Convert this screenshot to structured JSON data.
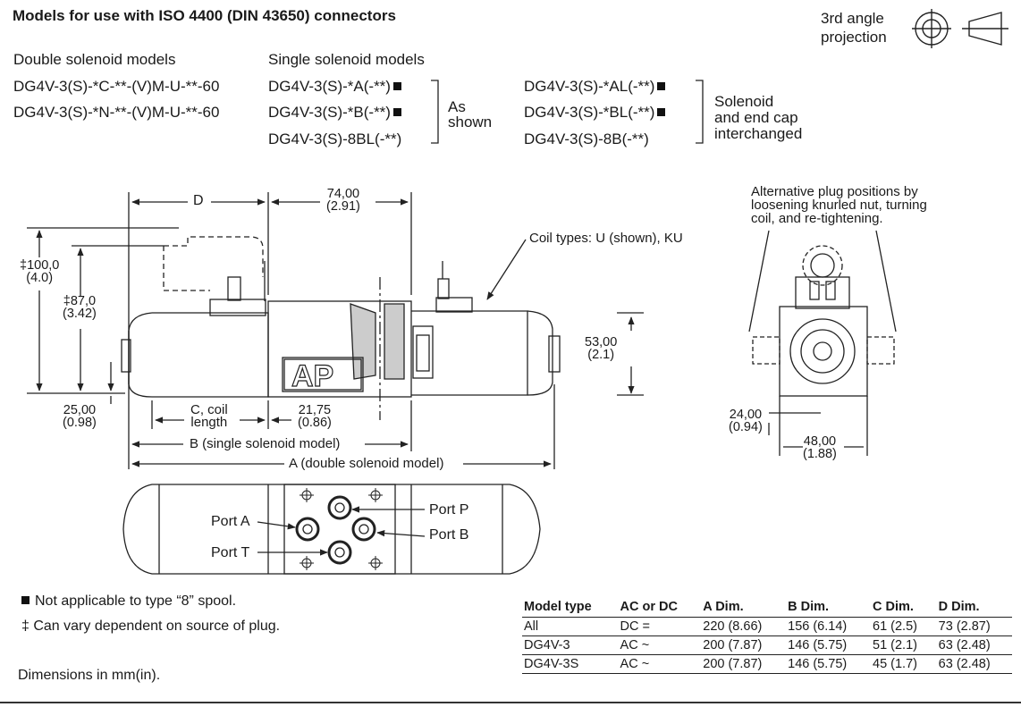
{
  "header": {
    "title": "Models for use with ISO 4400 (DIN 43650) connectors",
    "projection_label_1": "3rd angle",
    "projection_label_2": "projection"
  },
  "models": {
    "double_heading": "Double solenoid models",
    "double": [
      "DG4V-3(S)-*C-**-(V)M-U-**-60",
      "DG4V-3(S)-*N-**-(V)M-U-**-60"
    ],
    "single_heading": "Single solenoid models",
    "single_as_shown": [
      "DG4V-3(S)-*A(-**)",
      "DG4V-3(S)-*B(-**)",
      "DG4V-3(S)-8BL(-**)"
    ],
    "as_shown_1": "As",
    "as_shown_2": "shown",
    "single_interchanged": [
      "DG4V-3(S)-*AL(-**)",
      "DG4V-3(S)-*BL(-**)",
      "DG4V-3(S)-8B(-**)"
    ],
    "interchanged_1": "Solenoid",
    "interchanged_2": "and end cap",
    "interchanged_3": "interchanged"
  },
  "drawing": {
    "dim_D": "D",
    "dim_74": "74,00",
    "dim_74_in": "(2.91)",
    "dim_100": "‡100,0",
    "dim_100_in": "(4.0)",
    "dim_87": "‡87,0",
    "dim_87_in": "(3.42)",
    "dim_25": "25,00",
    "dim_25_in": "(0.98)",
    "dim_C1": "C, coil",
    "dim_C2": "length",
    "dim_2175": "21,75",
    "dim_2175_in": "(0.86)",
    "dim_B": "B (single solenoid model)",
    "dim_A": "A (double solenoid model)",
    "dim_53": "53,00",
    "dim_53_in": "(2.1)",
    "coil_types": "Coil types: U (shown), KU",
    "alt_plug_1": "Alternative plug positions by",
    "alt_plug_2": "loosening knurled nut, turning",
    "alt_plug_3": "coil, and re-tightening.",
    "dim_24": "24,00",
    "dim_24_in": "(0.94)",
    "dim_48": "48,00",
    "dim_48_in": "(1.88)",
    "body_logo": "AP",
    "port_a": "Port A",
    "port_t": "Port T",
    "port_p": "Port P",
    "port_b": "Port B"
  },
  "notes": {
    "note_square": "Not applicable to type “8” spool.",
    "note_dagger": "‡ Can vary dependent on source of plug.",
    "dims_unit": "Dimensions in mm(in)."
  },
  "table": {
    "headers": [
      "Model type",
      "AC or DC",
      "A Dim.",
      "B Dim.",
      "C Dim.",
      "D Dim."
    ],
    "rows": [
      [
        "All",
        "DC =",
        "220 (8.66)",
        "156 (6.14)",
        "61 (2.5)",
        "73 (2.87)"
      ],
      [
        "DG4V-3",
        "AC ~",
        "200 (7.87)",
        "146 (5.75)",
        "51 (2.1)",
        "63 (2.48)"
      ],
      [
        "DG4V-3S",
        "AC ~",
        "200 (7.87)",
        "146 (5.75)",
        "45 (1.7)",
        "63 (2.48)"
      ]
    ]
  }
}
